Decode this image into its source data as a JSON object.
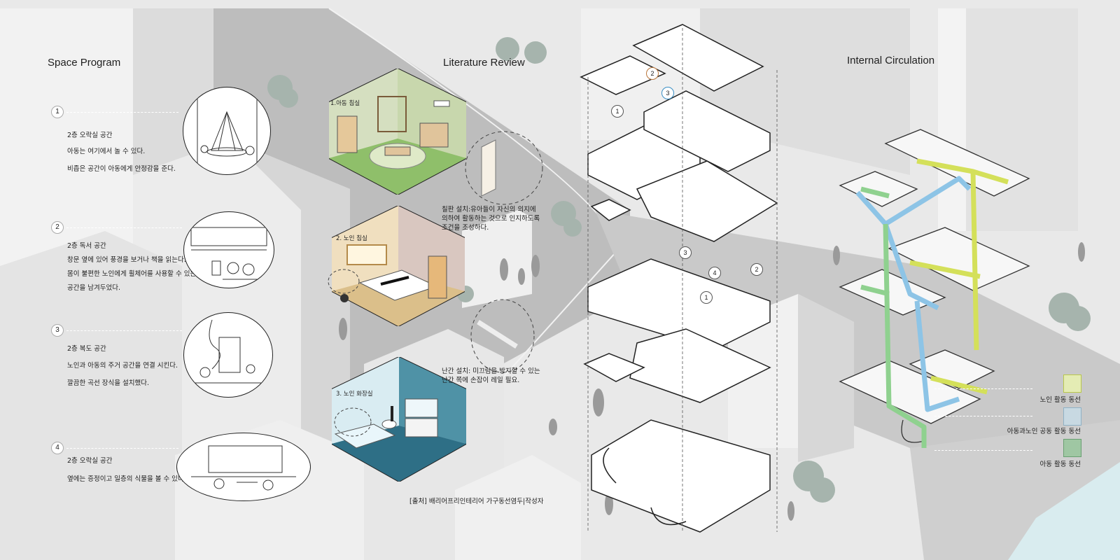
{
  "titles": {
    "space_program": "Space Program",
    "literature_review": "Literature Review",
    "internal_circulation": "Internal Circulation"
  },
  "space_program": [
    {
      "num": "1",
      "lines": [
        "2층 오락실 공간",
        "아동는 여기에서 놀 수 있다.",
        "비좁은 공간이 아동에게 안정감을 준다."
      ]
    },
    {
      "num": "2",
      "lines": [
        "2층 독서 공간",
        "창문 옆에 있어 풍경을 보거나 책을 읽는다.",
        "몸이 불편한 노인에게 휠체어를 사용할 수 있는",
        "공간을 남겨두었다."
      ]
    },
    {
      "num": "3",
      "lines": [
        "2층 복도 공간",
        "노인과 아동의 주거 공간을 연결 시킨다.",
        "깔끔한 곡선 장식을 설치했다."
      ]
    },
    {
      "num": "4",
      "lines": [
        "2층 오락실 공간",
        "옆에는 증정이고 일층의 식물을 볼 수 있다."
      ]
    }
  ],
  "literature_review": {
    "rooms": [
      "1.아동 침실",
      "2. 노인 침실",
      "3. 노인 화장실"
    ],
    "notes": [
      [
        "칠판 설치:유아들이 자신의 의지에",
        "의하여 활동하는 것으로 인지하도록",
        "조건을 조성하다."
      ],
      [
        "난간 설치:  미끄럼을 방지할 수 있는",
        "난간 쪽에 손잡이 레일 필요."
      ]
    ],
    "source": "[출처] 배리어프리인테리어 가구동선염두|작성자"
  },
  "plan_markers": [
    "1",
    "2",
    "3",
    "3",
    "4",
    "2",
    "1"
  ],
  "legend": [
    {
      "label": "노인 활동 동선",
      "color": "#e4ecb4",
      "border": "#b9c84a"
    },
    {
      "label": "아동과노인 공동 활동 동선",
      "color": "#c8d9e2",
      "border": "#8fb2c6"
    },
    {
      "label": "아동 활동 동선",
      "color": "#9fc7a3",
      "border": "#6aa072"
    }
  ],
  "colors": {
    "background": "#e9e9e9",
    "green_route": "#8fd18f",
    "blue_route": "#8dc4e6",
    "yellow_route": "#d4e05a"
  }
}
